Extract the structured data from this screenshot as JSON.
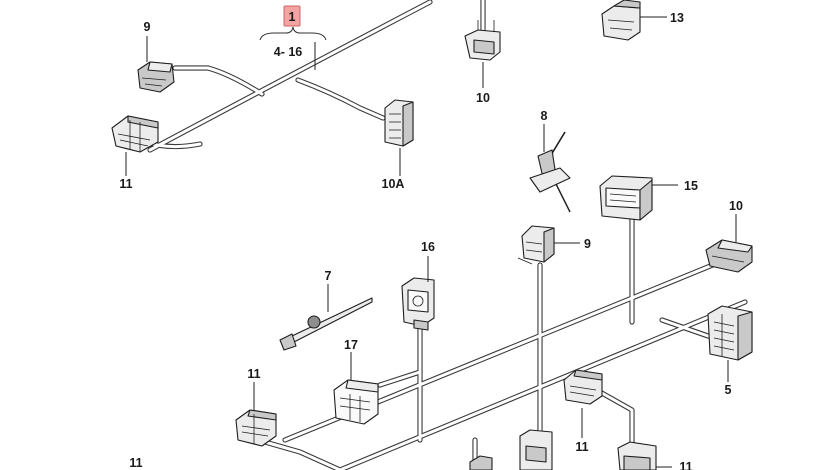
{
  "callout": {
    "number": "1",
    "range": "4- 16"
  },
  "labels": {
    "p9_top": "9",
    "p10_top": "10",
    "p13": "13",
    "p11_left": "11",
    "p10a": "10A",
    "p8": "8",
    "p15": "15",
    "p10_right": "10",
    "p16": "16",
    "p9_mid": "9",
    "p7": "7",
    "p17": "17",
    "p11_lower_left": "11",
    "p5": "5",
    "p11_center": "11",
    "p11_bottom_left": "11",
    "p11_bottom_right": "11"
  },
  "colors": {
    "callout_fill": "#f4a3a3",
    "line": "#222222"
  }
}
